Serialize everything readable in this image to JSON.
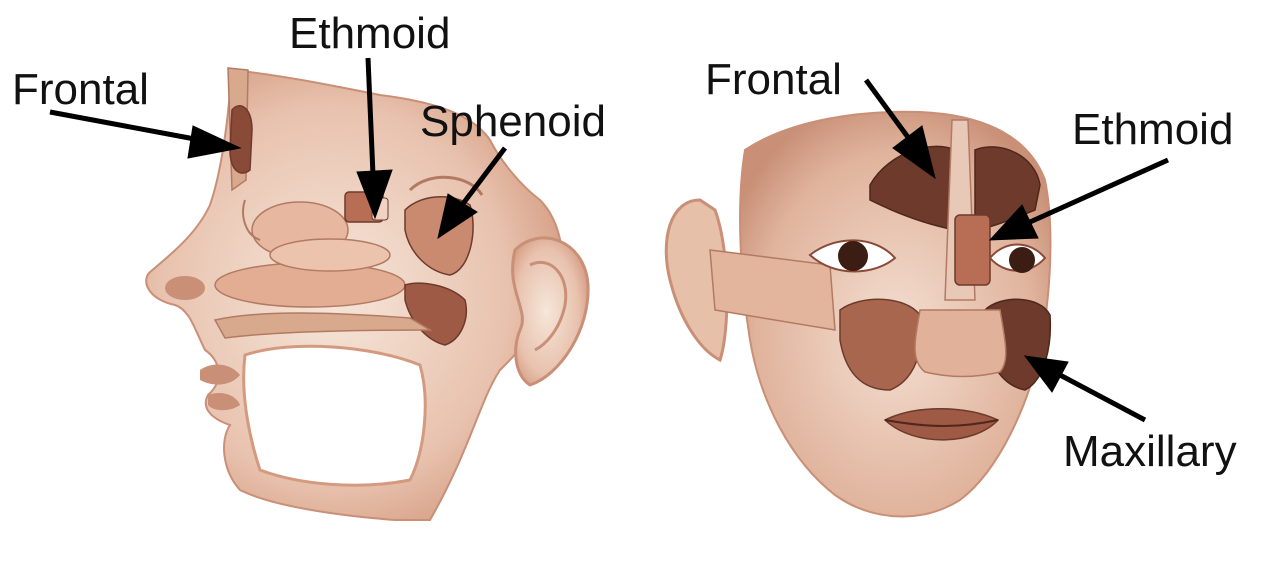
{
  "colors": {
    "background": "#ffffff",
    "skin_light": "#f3ddcf",
    "skin_mid": "#e2b59e",
    "skin_shadow": "#c98f77",
    "sinus_dark": "#6d3a2c",
    "bone": "#d9a98e",
    "label_text": "#111111",
    "arrow": "#000000"
  },
  "icons": {
    "sagittal": "sagittal-head-section-illustration",
    "frontal": "frontal-face-sinus-illustration"
  },
  "labels": {
    "sagittal": {
      "frontal": "Frontal",
      "ethmoid": "Ethmoid",
      "sphenoid": "Sphenoid"
    },
    "face": {
      "frontal": "Frontal",
      "ethmoid": "Ethmoid",
      "maxillary": "Maxillary"
    }
  }
}
